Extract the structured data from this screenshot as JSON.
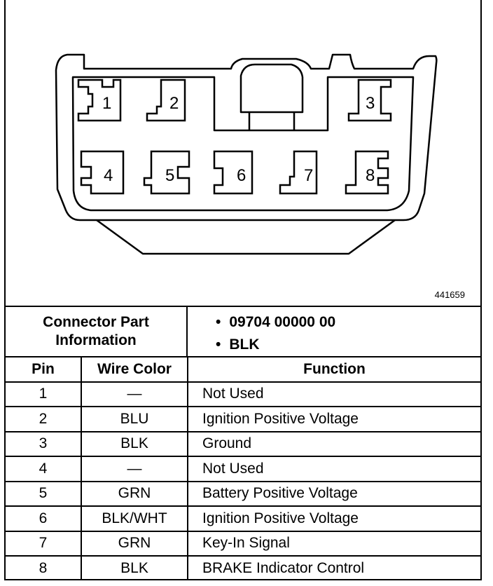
{
  "diagram": {
    "figure_id": "441659",
    "pins_top": [
      "1",
      "2",
      "3"
    ],
    "pins_bottom": [
      "4",
      "5",
      "6",
      "7",
      "8"
    ]
  },
  "connector": {
    "label": "Connector Part Information",
    "label_line1": "Connector Part",
    "label_line2": "Information",
    "part_number": "09704 00000 00",
    "color": "BLK"
  },
  "table": {
    "headers": {
      "pin": "Pin",
      "wire_color": "Wire Color",
      "function": "Function"
    },
    "rows": [
      {
        "pin": "1",
        "wire_color": "—",
        "function": "Not Used"
      },
      {
        "pin": "2",
        "wire_color": "BLU",
        "function": "Ignition Positive Voltage"
      },
      {
        "pin": "3",
        "wire_color": "BLK",
        "function": "Ground"
      },
      {
        "pin": "4",
        "wire_color": "—",
        "function": "Not Used"
      },
      {
        "pin": "5",
        "wire_color": "GRN",
        "function": "Battery Positive Voltage"
      },
      {
        "pin": "6",
        "wire_color": "BLK/WHT",
        "function": "Ignition Positive Voltage"
      },
      {
        "pin": "7",
        "wire_color": "GRN",
        "function": "Key-In Signal"
      },
      {
        "pin": "8",
        "wire_color": "BLK",
        "function": "BRAKE Indicator Control"
      }
    ]
  }
}
